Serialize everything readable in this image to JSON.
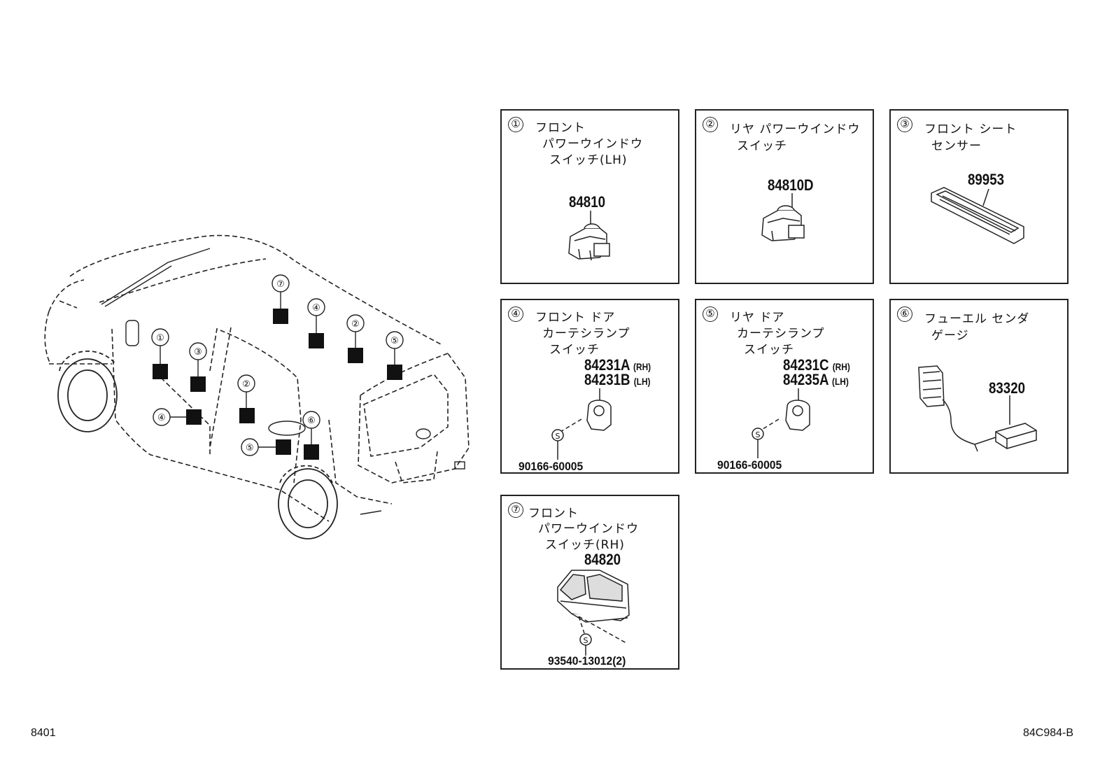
{
  "diagram_code": "8401",
  "figure_id": "84C984-B",
  "car_callouts": [
    "①",
    "②",
    "③",
    "④",
    "⑤",
    "⑥",
    "⑦",
    "②",
    "④",
    "⑤"
  ],
  "panels": [
    {
      "number": "①",
      "lines": [
        "フロント",
        "パワーウインドウ",
        "スイッチ(LH)"
      ],
      "parts": [
        "84810"
      ],
      "fastener": ""
    },
    {
      "number": "②",
      "lines": [
        "リヤ パワーウインドウ",
        "スイッチ"
      ],
      "parts": [
        "84810D"
      ],
      "fastener": ""
    },
    {
      "number": "③",
      "lines": [
        "フロント シート",
        "センサー"
      ],
      "parts": [
        "89953"
      ],
      "fastener": ""
    },
    {
      "number": "④",
      "lines": [
        "フロント ドア",
        "カーテシランプ",
        "スイッチ"
      ],
      "parts": [
        "84231A",
        "84231B"
      ],
      "suffixes": [
        "(RH)",
        "(LH)"
      ],
      "fastener": "90166-60005"
    },
    {
      "number": "⑤",
      "lines": [
        "リヤ ドア",
        "カーテシランプ",
        "スイッチ"
      ],
      "parts": [
        "84231C",
        "84235A"
      ],
      "suffixes": [
        "(RH)",
        "(LH)"
      ],
      "fastener": "90166-60005"
    },
    {
      "number": "⑥",
      "lines": [
        "フューエル センダ",
        "ゲージ"
      ],
      "parts": [
        "83320"
      ],
      "fastener": ""
    },
    {
      "number": "⑦",
      "lines": [
        "フロント",
        "パワーウインドウ",
        "スイッチ(RH)"
      ],
      "parts": [
        "84820"
      ],
      "fastener": "93540-13012(2)"
    }
  ],
  "fastener_symbol": "S"
}
